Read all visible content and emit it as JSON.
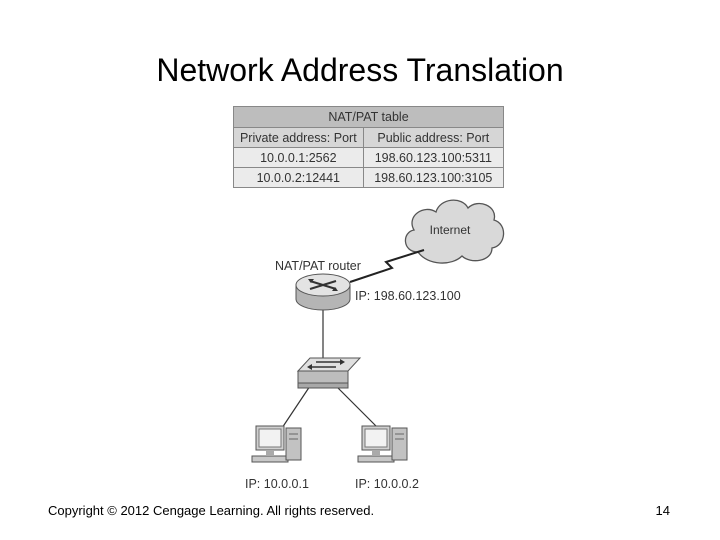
{
  "slide": {
    "title": "Network Address Translation",
    "copyright": "Copyright © 2012 Cengage Learning. All rights reserved.",
    "page_number": "14"
  },
  "nat_table": {
    "caption": "NAT/PAT table",
    "headers": [
      "Private address: Port",
      "Public address: Port"
    ],
    "rows": [
      [
        "10.0.0.1:2562",
        "198.60.123.100:5311"
      ],
      [
        "10.0.0.2:12441",
        "198.60.123.100:3105"
      ]
    ]
  },
  "diagram": {
    "cloud_label": "Internet",
    "router_label": "NAT/PAT router",
    "router_ip": "IP: 198.60.123.100",
    "host1_ip": "IP: 10.0.0.1",
    "host2_ip": "IP: 10.0.0.2"
  },
  "colors": {
    "device_gray": "#cfcfcf",
    "cloud_fill": "#d9d9d9",
    "line": "#333333"
  }
}
